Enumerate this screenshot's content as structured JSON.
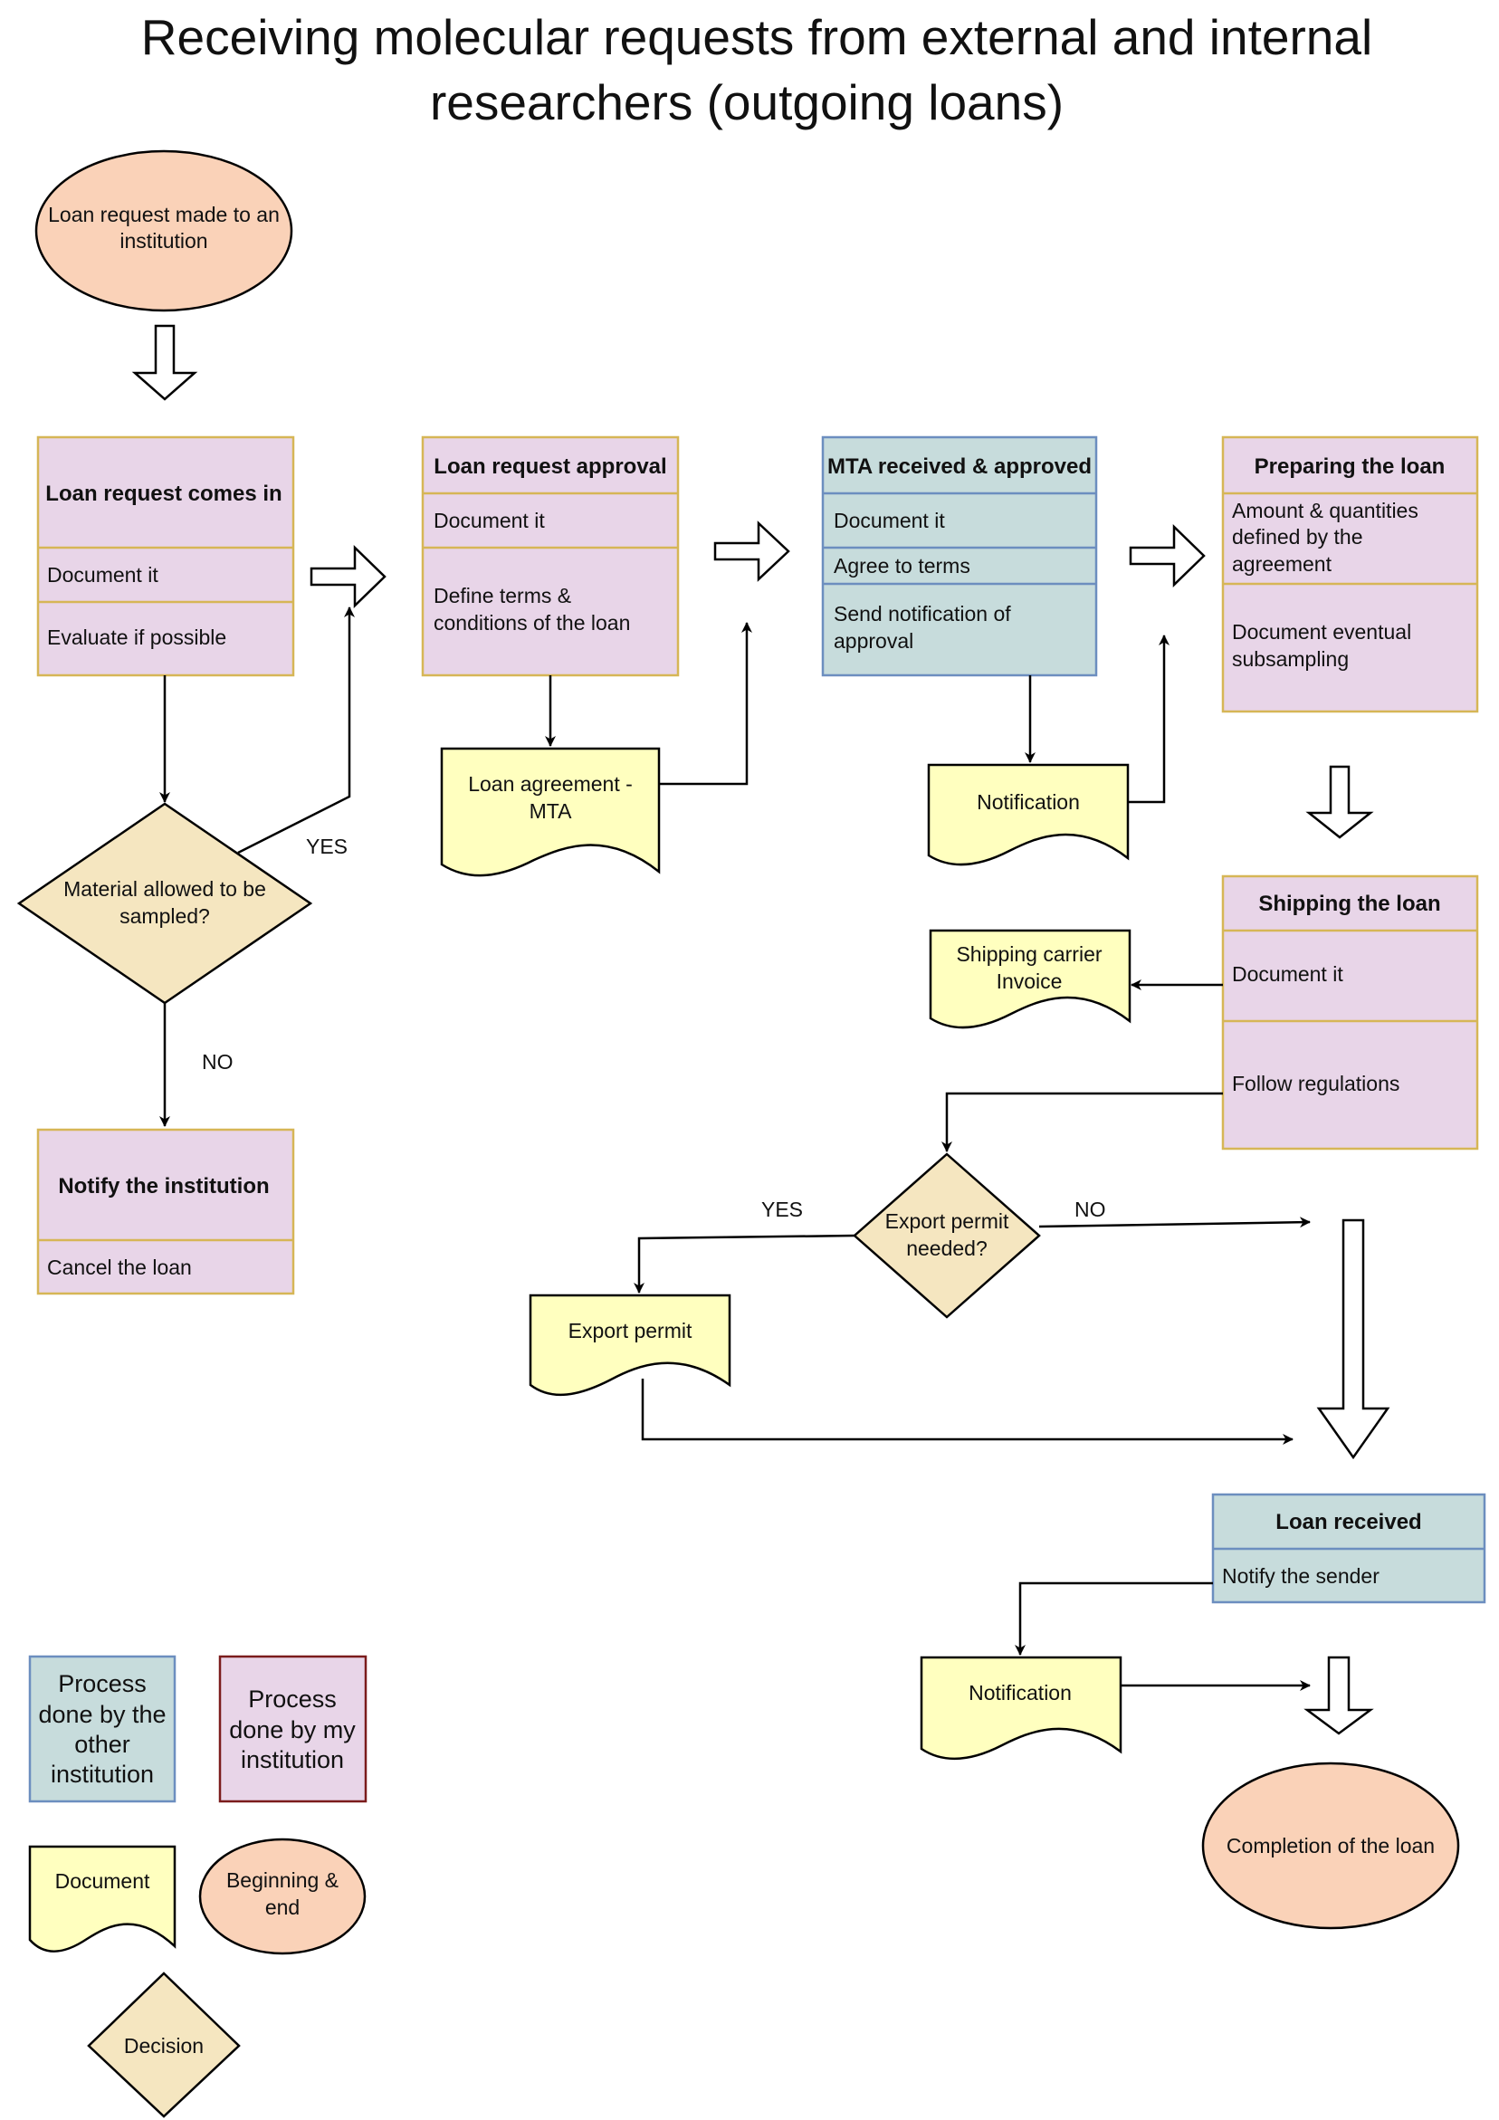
{
  "title": {
    "line1": "Receiving molecular requests from external and internal",
    "line2": "researchers (outgoing loans)"
  },
  "start": {
    "line1": "Loan request made to an",
    "line2": "institution"
  },
  "comes_in": {
    "header": "Loan request comes in",
    "row1": "Document it",
    "row2": "Evaluate if possible"
  },
  "decision_sample": {
    "line1": "Material allowed to be",
    "line2": "sampled?",
    "yes": "YES",
    "no": "NO"
  },
  "notify_institution": {
    "header": "Notify the institution",
    "row1": "Cancel the loan"
  },
  "approval": {
    "header": "Loan request approval",
    "row1": "Document it",
    "row2_line1": "Define terms &",
    "row2_line2": "conditions of the loan"
  },
  "doc_agreement": {
    "line1": "Loan agreement -",
    "line2": "MTA"
  },
  "mta": {
    "header": "MTA received & approved",
    "row1": "Document it",
    "row2": "Agree to terms",
    "row3_line1": "Send notification of",
    "row3_line2": "approval"
  },
  "doc_notification1": {
    "text": "Notification"
  },
  "preparing": {
    "header": "Preparing the loan",
    "row1_line1": "Amount & quantities",
    "row1_line2": "defined by the",
    "row1_line3": "agreement",
    "row2_line1": "Document eventual",
    "row2_line2": "subsampling"
  },
  "shipping": {
    "header": "Shipping the loan",
    "row1": "Document it",
    "row2": "Follow regulations"
  },
  "doc_shipping": {
    "line1": "Shipping carrier",
    "line2": "Invoice"
  },
  "decision_export": {
    "line1": "Export permit",
    "line2": "needed?",
    "yes": "YES",
    "no": "NO"
  },
  "doc_export": {
    "text": "Export permit"
  },
  "received": {
    "header": "Loan received",
    "row1": "Notify the sender"
  },
  "doc_notification2": {
    "text": "Notification"
  },
  "end": {
    "text": "Completion of the loan"
  },
  "legend": {
    "other": {
      "line1": "Process",
      "line2": "done by the",
      "line3": "other",
      "line4": "institution"
    },
    "mine": {
      "line1": "Process",
      "line2": "done by my",
      "line3": "institution"
    },
    "document": "Document",
    "begin_end": {
      "line1": "Beginning &",
      "line2": "end"
    },
    "decision": "Decision"
  },
  "colors": {
    "pink_fill": "#e8d5e8",
    "pink_stroke": "#d6b656",
    "blue_fill": "#c7dcdc",
    "blue_stroke": "#6c8ebf",
    "doc_fill": "#ffffbf",
    "decision_fill": "#f5e6c0",
    "oval_fill": "#fad2b8",
    "legend_red_stroke": "#7b1c1c"
  }
}
